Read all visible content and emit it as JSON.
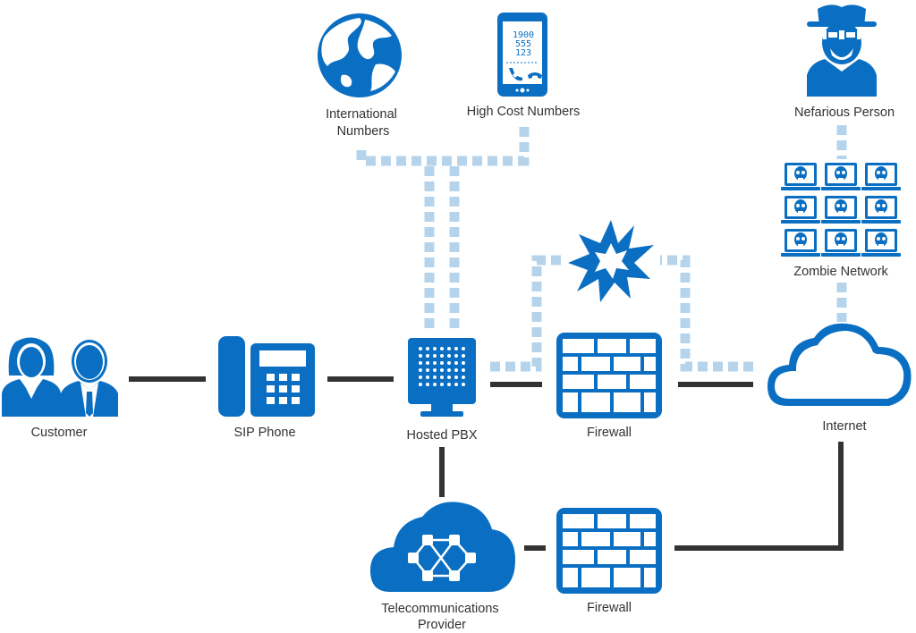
{
  "colors": {
    "primary_blue": "#0a6fc2",
    "light_blue": "#b5d4ec",
    "line_dark": "#333333",
    "label_text": "#333333"
  },
  "labels": {
    "international_numbers": [
      "International",
      "Numbers"
    ],
    "high_cost_numbers": "High Cost Numbers",
    "nefarious_person": "Nefarious Person",
    "zombie_network": "Zombie Network",
    "customer": "Customer",
    "sip_phone": "SIP Phone",
    "hosted_pbx": "Hosted PBX",
    "firewall_top": "Firewall",
    "internet": "Internet",
    "telecom_provider": [
      "Telecommunications",
      "Provider"
    ],
    "firewall_bottom": "Firewall"
  },
  "phone_screen": [
    "1900",
    "555",
    "123"
  ],
  "icons": {
    "international_numbers": "globe-icon",
    "high_cost_numbers": "smartphone-icon",
    "nefarious_person": "hacker-icon",
    "zombie_network": "zombie-computer-icon",
    "customer": "people-icon",
    "sip_phone": "desk-phone-icon",
    "hosted_pbx": "pbx-server-icon",
    "firewall": "brick-wall-icon",
    "internet": "cloud-icon",
    "telecom_provider": "network-cloud-icon",
    "attack": "explosion-icon"
  }
}
